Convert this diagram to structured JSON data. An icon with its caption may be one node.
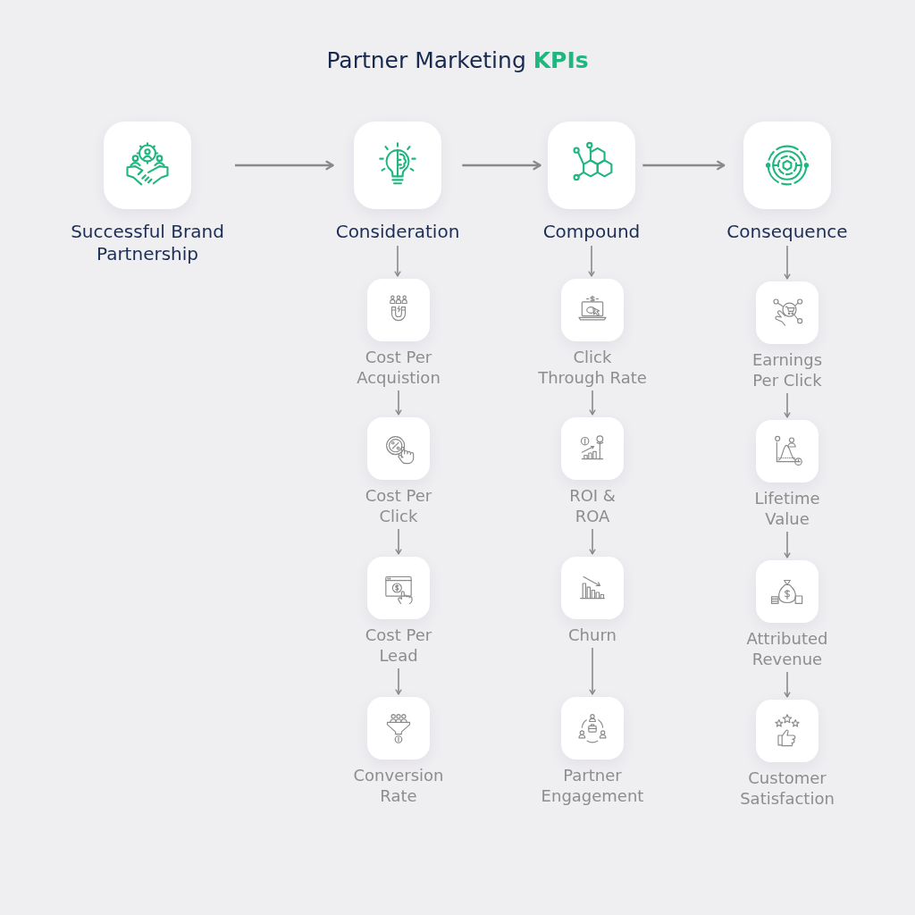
{
  "diagram": {
    "title": "Partner Marketing **KPIs**",
    "nodes": [
      {
        "text": [
          "Successful Brand Partnership"
        ]
      },
      {
        "text": [
          "Consideration"
        ]
      },
      {
        "text": [
          "Compound"
        ]
      },
      {
        "text": [
          "Consequence"
        ]
      },
      {
        "text": [
          "Cost Per Acquistion"
        ]
      },
      {
        "text": [
          "Click Through Rate"
        ]
      },
      {
        "text": [
          "Earnings Per Click"
        ]
      },
      {
        "text": [
          "Cost Per Click"
        ]
      },
      {
        "text": [
          "ROI & ROA"
        ]
      },
      {
        "text": [
          "Lifetime Value"
        ]
      },
      {
        "text": [
          "Cost Per Lead"
        ]
      },
      {
        "text": [
          "Churn"
        ]
      },
      {
        "text": [
          "Attributed Revenue"
        ]
      },
      {
        "text": [
          "Conversion Rate"
        ]
      },
      {
        "text": [
          "Partner Engagement"
        ]
      },
      {
        "text": [
          "Customer Satisfaction"
        ]
      }
    ],
    "edges": [
      {
        "from": 0,
        "to": 1,
        "arrow": "to"
      },
      {
        "from": 1,
        "to": 2,
        "arrow": "to"
      },
      {
        "from": 2,
        "to": 3,
        "arrow": "to"
      },
      {
        "from": 1,
        "to": 4,
        "arrow": "to"
      },
      {
        "from": 4,
        "to": 7,
        "arrow": "to"
      },
      {
        "from": 7,
        "to": 10,
        "arrow": "to"
      },
      {
        "from": 10,
        "to": 13,
        "arrow": "to"
      },
      {
        "from": 2,
        "to": 5,
        "arrow": "to"
      },
      {
        "from": 5,
        "to": 8,
        "arrow": "to"
      },
      {
        "from": 8,
        "to": 11,
        "arrow": "to"
      },
      {
        "from": 11,
        "to": 14,
        "arrow": "to"
      },
      {
        "from": 3,
        "to": 6,
        "arrow": "to"
      },
      {
        "from": 6,
        "to": 9,
        "arrow": "to"
      },
      {
        "from": 9,
        "to": 12,
        "arrow": "to"
      },
      {
        "from": 12,
        "to": 15,
        "arrow": "to"
      }
    ]
  }
}
